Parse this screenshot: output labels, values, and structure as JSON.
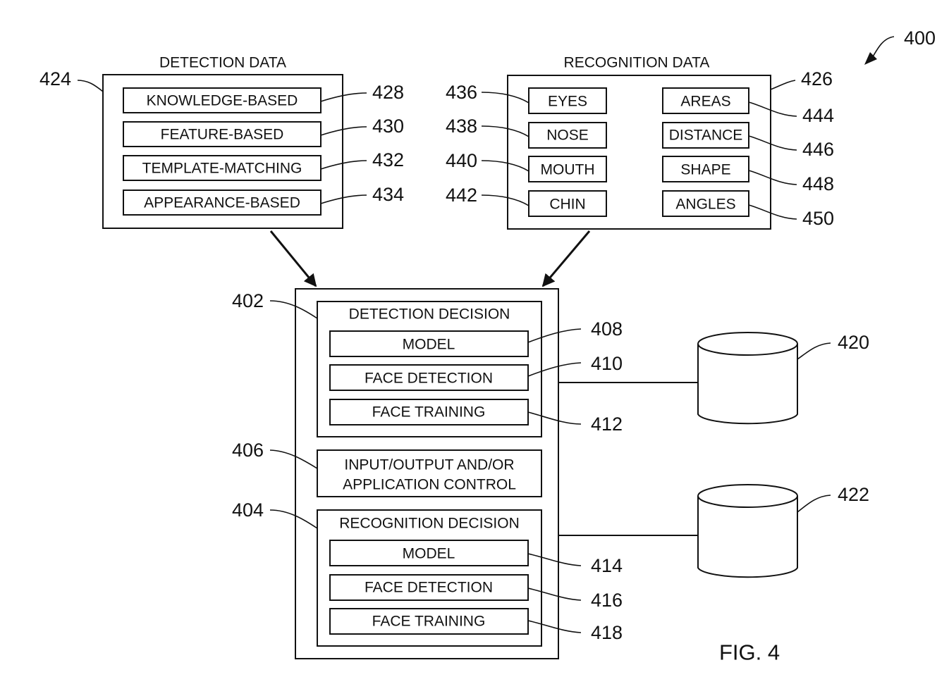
{
  "figure": {
    "label": "FIG. 4",
    "ref": "400"
  },
  "detection_data": {
    "title": "DETECTION DATA",
    "ref": "424",
    "items": [
      {
        "label": "KNOWLEDGE-BASED",
        "ref": "428"
      },
      {
        "label": "FEATURE-BASED",
        "ref": "430"
      },
      {
        "label": "TEMPLATE-MATCHING",
        "ref": "432"
      },
      {
        "label": "APPEARANCE-BASED",
        "ref": "434"
      }
    ]
  },
  "recognition_data": {
    "title": "RECOGNITION DATA",
    "ref": "426",
    "left_items": [
      {
        "label": "EYES",
        "ref": "436"
      },
      {
        "label": "NOSE",
        "ref": "438"
      },
      {
        "label": "MOUTH",
        "ref": "440"
      },
      {
        "label": "CHIN",
        "ref": "442"
      }
    ],
    "right_items": [
      {
        "label": "AREAS",
        "ref": "444"
      },
      {
        "label": "DISTANCE",
        "ref": "446"
      },
      {
        "label": "SHAPE",
        "ref": "448"
      },
      {
        "label": "ANGLES",
        "ref": "450"
      }
    ]
  },
  "detection_decision": {
    "title": "DETECTION DECISION",
    "ref": "402",
    "items": [
      {
        "label": "MODEL",
        "ref": "408"
      },
      {
        "label": "FACE DETECTION",
        "ref": "410"
      },
      {
        "label": "FACE TRAINING",
        "ref": "412"
      }
    ]
  },
  "io_control": {
    "line1": "INPUT/OUTPUT AND/OR",
    "line2": "APPLICATION CONTROL",
    "ref": "406"
  },
  "recognition_decision": {
    "title": "RECOGNITION DECISION",
    "ref": "404",
    "items": [
      {
        "label": "MODEL",
        "ref": "414"
      },
      {
        "label": "FACE DETECTION",
        "ref": "416"
      },
      {
        "label": "FACE TRAINING",
        "ref": "418"
      }
    ]
  },
  "databases": [
    {
      "ref": "420"
    },
    {
      "ref": "422"
    }
  ]
}
